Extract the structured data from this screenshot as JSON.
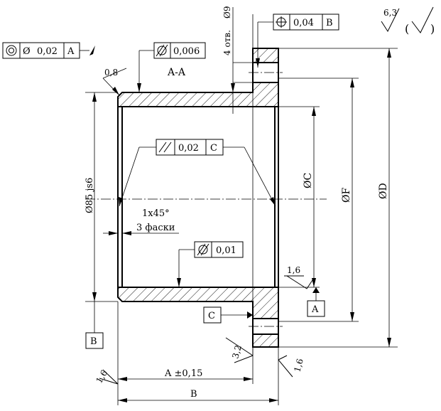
{
  "section": {
    "label": "A-A"
  },
  "frames": {
    "concentricity": {
      "value": "0,02",
      "datum": "A"
    },
    "cylindricity_top": {
      "value": "0,006"
    },
    "position": {
      "value": "0,04",
      "datum": "B"
    },
    "parallelism": {
      "value": "0,02",
      "datum": "C"
    },
    "cylindricity_bottom": {
      "value": "0,01"
    }
  },
  "datums": {
    "a": "A",
    "b": "B",
    "c": "C"
  },
  "dims": {
    "chamfer_size": "0,8",
    "holes": "4 отв.",
    "hole_diameter": "9",
    "bore": "85 js6",
    "chamfer_text": "1x45°",
    "chamfer_count": "3 фаски",
    "dim_c": "C",
    "dim_f": "F",
    "dim_d": "D",
    "length_a": "A ±0,15",
    "length_b": "B"
  },
  "roughness": {
    "general": "6,3",
    "face_right": "1,6",
    "face_left": "1,6",
    "flange_bottom": "3,2",
    "flange_right": "1,6"
  }
}
